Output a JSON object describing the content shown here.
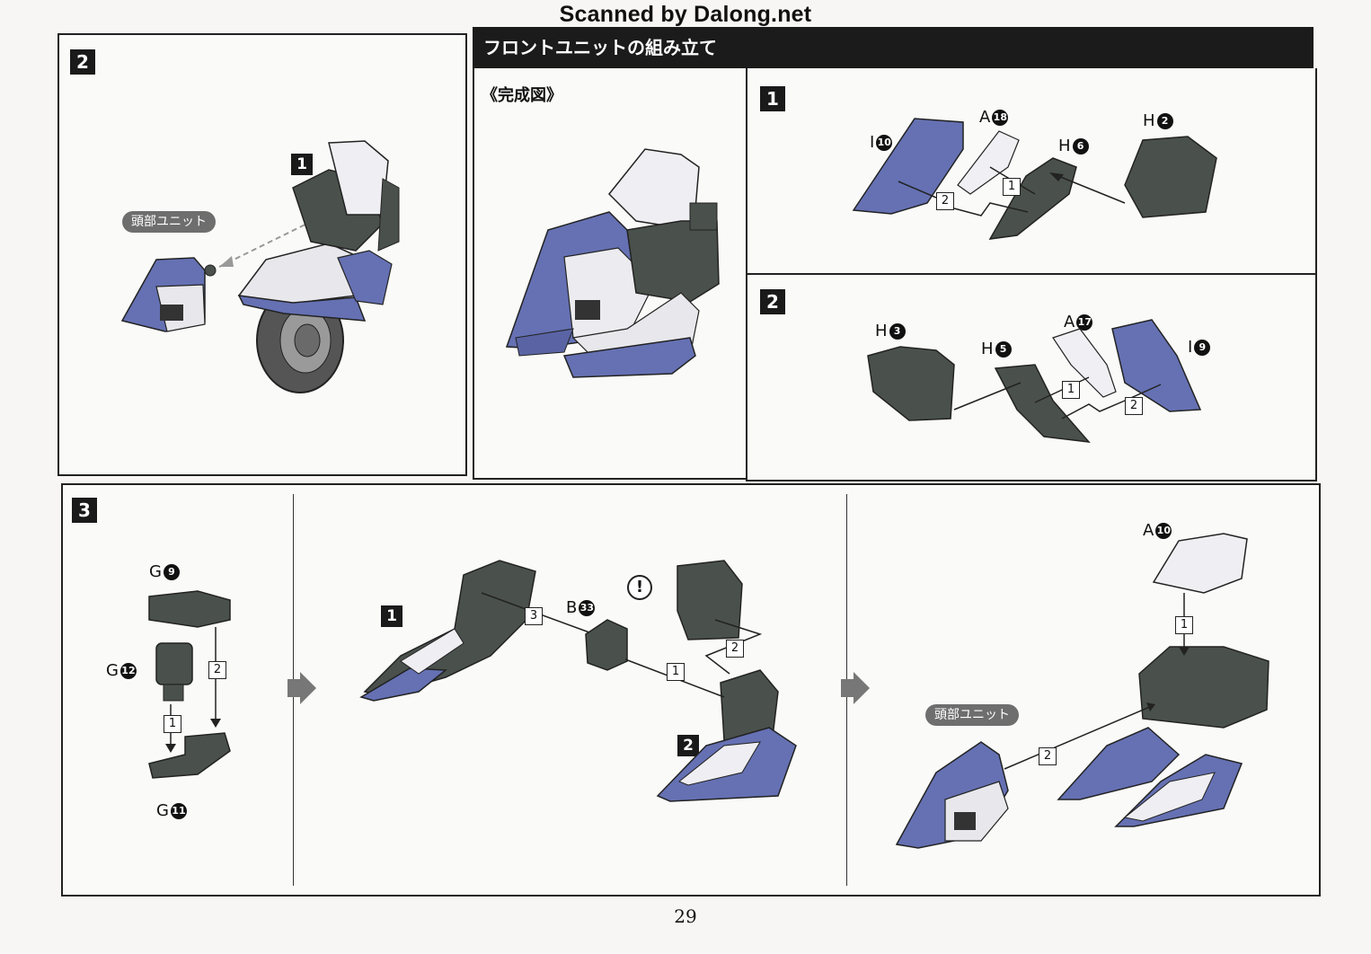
{
  "header": {
    "scanner_credit": "Scanned by Dalong.net"
  },
  "section_title": "フロントユニットの組み立て",
  "completed_label": "《完成図》",
  "page_number": "29",
  "step2_left": {
    "step": "2",
    "sub_step": "1",
    "head_unit_label": "頭部ユニット"
  },
  "sub1": {
    "step": "1",
    "parts": [
      {
        "letter": "I",
        "num": "10"
      },
      {
        "letter": "A",
        "num": "18"
      },
      {
        "letter": "H",
        "num": "6"
      },
      {
        "letter": "H",
        "num": "2"
      }
    ],
    "order": [
      "1",
      "2"
    ]
  },
  "sub2": {
    "step": "2",
    "parts": [
      {
        "letter": "H",
        "num": "3"
      },
      {
        "letter": "H",
        "num": "5"
      },
      {
        "letter": "A",
        "num": "17"
      },
      {
        "letter": "I",
        "num": "9"
      }
    ],
    "order": [
      "1",
      "2"
    ]
  },
  "step3": {
    "step": "3",
    "parts_a": [
      {
        "letter": "G",
        "num": "9"
      },
      {
        "letter": "G",
        "num": "12"
      },
      {
        "letter": "G",
        "num": "11"
      }
    ],
    "order_a": [
      "2",
      "1"
    ],
    "mid_label_1": "1",
    "mid_label_2": "2",
    "mid_part": {
      "letter": "B",
      "num": "33"
    },
    "caution": "!",
    "order_b": [
      "3",
      "2",
      "1"
    ],
    "right_part": {
      "letter": "A",
      "num": "10"
    },
    "head_unit_label": "頭部ユニット",
    "order_c": [
      "1",
      "2"
    ]
  },
  "colors": {
    "blue": "#5c68b0",
    "dark_gray": "#4a514c",
    "light": "#ecebef",
    "frame": "#222222"
  }
}
